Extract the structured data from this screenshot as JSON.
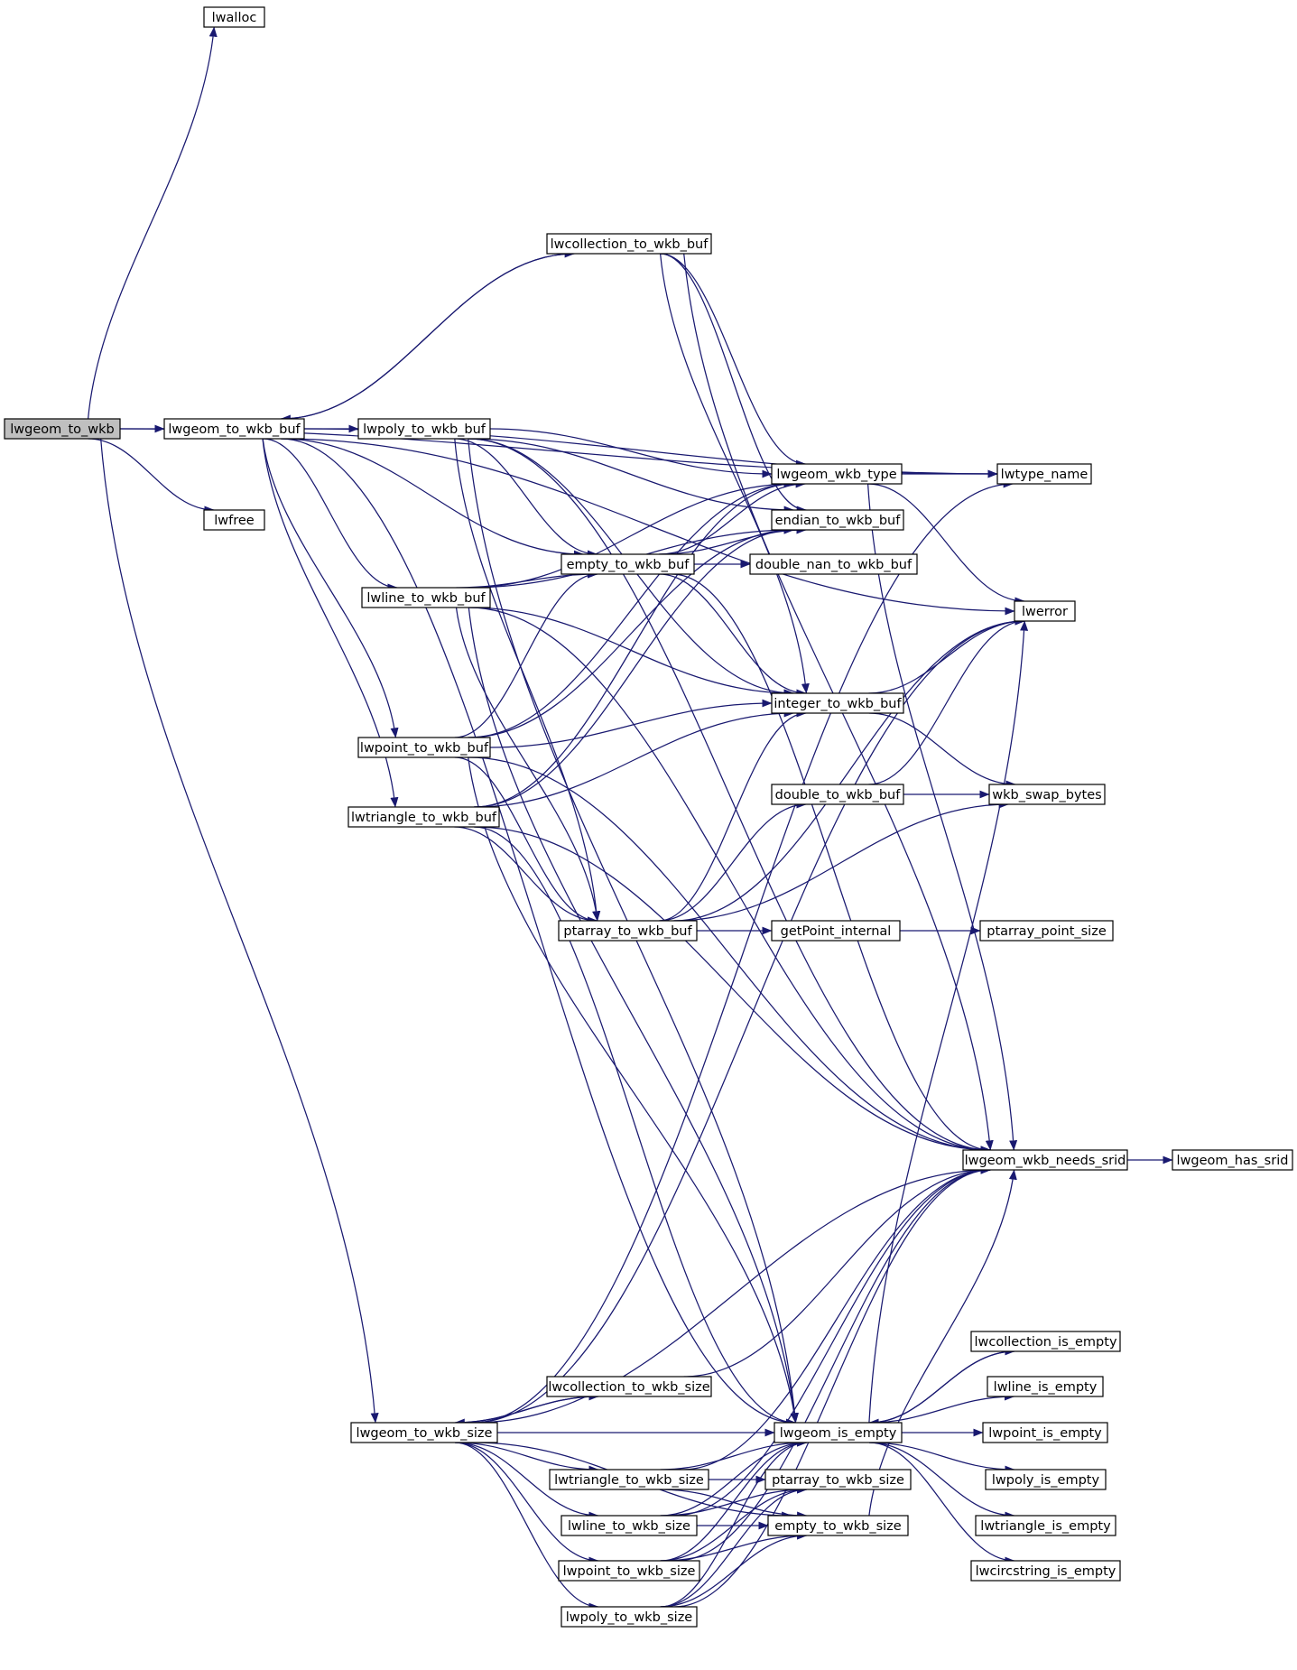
{
  "diagram": {
    "colors": {
      "edge": "#191970",
      "node_border": "#000000",
      "root_fill": "#bfbfbf",
      "node_fill": "#ffffff"
    },
    "nodes": [
      {
        "id": "lwgeom_to_wkb",
        "label": "lwgeom_to_wkb",
        "root": true
      },
      {
        "id": "lwalloc",
        "label": "lwalloc"
      },
      {
        "id": "lwfree",
        "label": "lwfree"
      },
      {
        "id": "lwgeom_to_wkb_buf",
        "label": "lwgeom_to_wkb_buf"
      },
      {
        "id": "lwpoly_to_wkb_buf",
        "label": "lwpoly_to_wkb_buf"
      },
      {
        "id": "lwcollection_to_wkb_buf",
        "label": "lwcollection_to_wkb_buf"
      },
      {
        "id": "lwline_to_wkb_buf",
        "label": "lwline_to_wkb_buf"
      },
      {
        "id": "lwpoint_to_wkb_buf",
        "label": "lwpoint_to_wkb_buf"
      },
      {
        "id": "lwtriangle_to_wkb_buf",
        "label": "lwtriangle_to_wkb_buf"
      },
      {
        "id": "empty_to_wkb_buf",
        "label": "empty_to_wkb_buf"
      },
      {
        "id": "ptarray_to_wkb_buf",
        "label": "ptarray_to_wkb_buf"
      },
      {
        "id": "lwgeom_wkb_type",
        "label": "lwgeom_wkb_type"
      },
      {
        "id": "endian_to_wkb_buf",
        "label": "endian_to_wkb_buf"
      },
      {
        "id": "double_nan_to_wkb_buf",
        "label": "double_nan_to_wkb_buf"
      },
      {
        "id": "integer_to_wkb_buf",
        "label": "integer_to_wkb_buf"
      },
      {
        "id": "double_to_wkb_buf",
        "label": "double_to_wkb_buf"
      },
      {
        "id": "getPoint_internal",
        "label": "getPoint_internal"
      },
      {
        "id": "lwtype_name",
        "label": "lwtype_name"
      },
      {
        "id": "lwerror",
        "label": "lwerror"
      },
      {
        "id": "wkb_swap_bytes",
        "label": "wkb_swap_bytes"
      },
      {
        "id": "ptarray_point_size",
        "label": "ptarray_point_size"
      },
      {
        "id": "lwgeom_wkb_needs_srid",
        "label": "lwgeom_wkb_needs_srid"
      },
      {
        "id": "lwgeom_has_srid",
        "label": "lwgeom_has_srid"
      },
      {
        "id": "lwgeom_to_wkb_size",
        "label": "lwgeom_to_wkb_size"
      },
      {
        "id": "lwcollection_to_wkb_size",
        "label": "lwcollection_to_wkb_size"
      },
      {
        "id": "lwtriangle_to_wkb_size",
        "label": "lwtriangle_to_wkb_size"
      },
      {
        "id": "lwline_to_wkb_size",
        "label": "lwline_to_wkb_size"
      },
      {
        "id": "lwpoint_to_wkb_size",
        "label": "lwpoint_to_wkb_size"
      },
      {
        "id": "lwpoly_to_wkb_size",
        "label": "lwpoly_to_wkb_size"
      },
      {
        "id": "lwgeom_is_empty",
        "label": "lwgeom_is_empty"
      },
      {
        "id": "ptarray_to_wkb_size",
        "label": "ptarray_to_wkb_size"
      },
      {
        "id": "empty_to_wkb_size",
        "label": "empty_to_wkb_size"
      },
      {
        "id": "lwcollection_is_empty",
        "label": "lwcollection_is_empty"
      },
      {
        "id": "lwline_is_empty",
        "label": "lwline_is_empty"
      },
      {
        "id": "lwpoint_is_empty",
        "label": "lwpoint_is_empty"
      },
      {
        "id": "lwpoly_is_empty",
        "label": "lwpoly_is_empty"
      },
      {
        "id": "lwtriangle_is_empty",
        "label": "lwtriangle_is_empty"
      },
      {
        "id": "lwcircstring_is_empty",
        "label": "lwcircstring_is_empty"
      }
    ],
    "edges": [
      [
        "lwgeom_to_wkb",
        "lwalloc"
      ],
      [
        "lwgeom_to_wkb",
        "lwgeom_to_wkb_buf"
      ],
      [
        "lwgeom_to_wkb",
        "lwfree"
      ],
      [
        "lwgeom_to_wkb",
        "lwtype_name"
      ],
      [
        "lwgeom_to_wkb",
        "lwgeom_to_wkb_size"
      ],
      [
        "lwgeom_to_wkb_buf",
        "lwpoly_to_wkb_buf"
      ],
      [
        "lwgeom_to_wkb_buf",
        "lwcollection_to_wkb_buf"
      ],
      [
        "lwgeom_to_wkb_buf",
        "lwline_to_wkb_buf"
      ],
      [
        "lwgeom_to_wkb_buf",
        "lwpoint_to_wkb_buf"
      ],
      [
        "lwgeom_to_wkb_buf",
        "lwtriangle_to_wkb_buf"
      ],
      [
        "lwgeom_to_wkb_buf",
        "empty_to_wkb_buf"
      ],
      [
        "lwgeom_to_wkb_buf",
        "lwgeom_is_empty"
      ],
      [
        "lwgeom_to_wkb_buf",
        "lwerror"
      ],
      [
        "lwgeom_to_wkb_buf",
        "lwtype_name"
      ],
      [
        "lwcollection_to_wkb_buf",
        "lwgeom_to_wkb_buf"
      ],
      [
        "lwcollection_to_wkb_buf",
        "endian_to_wkb_buf"
      ],
      [
        "lwcollection_to_wkb_buf",
        "lwgeom_wkb_type"
      ],
      [
        "lwcollection_to_wkb_buf",
        "integer_to_wkb_buf"
      ],
      [
        "lwcollection_to_wkb_buf",
        "lwgeom_wkb_needs_srid"
      ],
      [
        "lwpoly_to_wkb_buf",
        "lwgeom_wkb_type"
      ],
      [
        "lwpoly_to_wkb_buf",
        "endian_to_wkb_buf"
      ],
      [
        "lwpoly_to_wkb_buf",
        "empty_to_wkb_buf"
      ],
      [
        "lwpoly_to_wkb_buf",
        "integer_to_wkb_buf"
      ],
      [
        "lwpoly_to_wkb_buf",
        "ptarray_to_wkb_buf"
      ],
      [
        "lwpoly_to_wkb_buf",
        "lwgeom_is_empty"
      ],
      [
        "lwpoly_to_wkb_buf",
        "lwgeom_wkb_needs_srid"
      ],
      [
        "lwline_to_wkb_buf",
        "endian_to_wkb_buf"
      ],
      [
        "lwline_to_wkb_buf",
        "lwgeom_wkb_type"
      ],
      [
        "lwline_to_wkb_buf",
        "empty_to_wkb_buf"
      ],
      [
        "lwline_to_wkb_buf",
        "integer_to_wkb_buf"
      ],
      [
        "lwline_to_wkb_buf",
        "ptarray_to_wkb_buf"
      ],
      [
        "lwline_to_wkb_buf",
        "lwgeom_is_empty"
      ],
      [
        "lwline_to_wkb_buf",
        "lwgeom_wkb_needs_srid"
      ],
      [
        "lwpoint_to_wkb_buf",
        "endian_to_wkb_buf"
      ],
      [
        "lwpoint_to_wkb_buf",
        "lwgeom_wkb_type"
      ],
      [
        "lwpoint_to_wkb_buf",
        "empty_to_wkb_buf"
      ],
      [
        "lwpoint_to_wkb_buf",
        "integer_to_wkb_buf"
      ],
      [
        "lwpoint_to_wkb_buf",
        "ptarray_to_wkb_buf"
      ],
      [
        "lwpoint_to_wkb_buf",
        "lwgeom_is_empty"
      ],
      [
        "lwpoint_to_wkb_buf",
        "lwgeom_wkb_needs_srid"
      ],
      [
        "lwtriangle_to_wkb_buf",
        "endian_to_wkb_buf"
      ],
      [
        "lwtriangle_to_wkb_buf",
        "lwgeom_wkb_type"
      ],
      [
        "lwtriangle_to_wkb_buf",
        "integer_to_wkb_buf"
      ],
      [
        "lwtriangle_to_wkb_buf",
        "ptarray_to_wkb_buf"
      ],
      [
        "lwtriangle_to_wkb_buf",
        "lwgeom_is_empty"
      ],
      [
        "lwtriangle_to_wkb_buf",
        "lwgeom_wkb_needs_srid"
      ],
      [
        "empty_to_wkb_buf",
        "double_nan_to_wkb_buf"
      ],
      [
        "empty_to_wkb_buf",
        "endian_to_wkb_buf"
      ],
      [
        "empty_to_wkb_buf",
        "lwgeom_wkb_type"
      ],
      [
        "empty_to_wkb_buf",
        "integer_to_wkb_buf"
      ],
      [
        "empty_to_wkb_buf",
        "lwgeom_wkb_needs_srid"
      ],
      [
        "ptarray_to_wkb_buf",
        "getPoint_internal"
      ],
      [
        "ptarray_to_wkb_buf",
        "double_to_wkb_buf"
      ],
      [
        "ptarray_to_wkb_buf",
        "integer_to_wkb_buf"
      ],
      [
        "ptarray_to_wkb_buf",
        "wkb_swap_bytes"
      ],
      [
        "ptarray_to_wkb_buf",
        "lwerror"
      ],
      [
        "lwgeom_wkb_type",
        "lwtype_name"
      ],
      [
        "lwgeom_wkb_type",
        "lwerror"
      ],
      [
        "lwgeom_wkb_type",
        "lwgeom_wkb_needs_srid"
      ],
      [
        "integer_to_wkb_buf",
        "lwerror"
      ],
      [
        "integer_to_wkb_buf",
        "wkb_swap_bytes"
      ],
      [
        "double_to_wkb_buf",
        "wkb_swap_bytes"
      ],
      [
        "double_to_wkb_buf",
        "lwerror"
      ],
      [
        "getPoint_internal",
        "ptarray_point_size"
      ],
      [
        "lwgeom_wkb_needs_srid",
        "lwgeom_has_srid"
      ],
      [
        "lwgeom_to_wkb_size",
        "lwcollection_to_wkb_size"
      ],
      [
        "lwgeom_to_wkb_size",
        "lwgeom_is_empty"
      ],
      [
        "lwgeom_to_wkb_size",
        "lwtriangle_to_wkb_size"
      ],
      [
        "lwgeom_to_wkb_size",
        "lwline_to_wkb_size"
      ],
      [
        "lwgeom_to_wkb_size",
        "lwpoint_to_wkb_size"
      ],
      [
        "lwgeom_to_wkb_size",
        "lwpoly_to_wkb_size"
      ],
      [
        "lwgeom_to_wkb_size",
        "empty_to_wkb_size"
      ],
      [
        "lwgeom_to_wkb_size",
        "lwerror"
      ],
      [
        "lwgeom_to_wkb_size",
        "lwtype_name"
      ],
      [
        "lwgeom_to_wkb_size",
        "lwgeom_wkb_needs_srid"
      ],
      [
        "lwcollection_to_wkb_size",
        "lwgeom_to_wkb_size"
      ],
      [
        "lwcollection_to_wkb_size",
        "lwgeom_wkb_needs_srid"
      ],
      [
        "lwtriangle_to_wkb_size",
        "lwgeom_is_empty"
      ],
      [
        "lwtriangle_to_wkb_size",
        "ptarray_to_wkb_size"
      ],
      [
        "lwtriangle_to_wkb_size",
        "empty_to_wkb_size"
      ],
      [
        "lwtriangle_to_wkb_size",
        "lwgeom_wkb_needs_srid"
      ],
      [
        "lwline_to_wkb_size",
        "lwgeom_is_empty"
      ],
      [
        "lwline_to_wkb_size",
        "ptarray_to_wkb_size"
      ],
      [
        "lwline_to_wkb_size",
        "empty_to_wkb_size"
      ],
      [
        "lwline_to_wkb_size",
        "lwgeom_wkb_needs_srid"
      ],
      [
        "lwpoint_to_wkb_size",
        "lwgeom_is_empty"
      ],
      [
        "lwpoint_to_wkb_size",
        "ptarray_to_wkb_size"
      ],
      [
        "lwpoint_to_wkb_size",
        "empty_to_wkb_size"
      ],
      [
        "lwpoint_to_wkb_size",
        "lwgeom_wkb_needs_srid"
      ],
      [
        "lwpoly_to_wkb_size",
        "lwgeom_is_empty"
      ],
      [
        "lwpoly_to_wkb_size",
        "ptarray_to_wkb_size"
      ],
      [
        "lwpoly_to_wkb_size",
        "empty_to_wkb_size"
      ],
      [
        "lwpoly_to_wkb_size",
        "lwgeom_wkb_needs_srid"
      ],
      [
        "empty_to_wkb_size",
        "lwgeom_wkb_needs_srid"
      ],
      [
        "lwgeom_is_empty",
        "lwcollection_is_empty"
      ],
      [
        "lwgeom_is_empty",
        "lwline_is_empty"
      ],
      [
        "lwgeom_is_empty",
        "lwpoint_is_empty"
      ],
      [
        "lwgeom_is_empty",
        "lwpoly_is_empty"
      ],
      [
        "lwgeom_is_empty",
        "lwtriangle_is_empty"
      ],
      [
        "lwgeom_is_empty",
        "lwcircstring_is_empty"
      ],
      [
        "lwgeom_is_empty",
        "lwerror"
      ],
      [
        "lwcollection_is_empty",
        "lwgeom_is_empty"
      ]
    ]
  }
}
